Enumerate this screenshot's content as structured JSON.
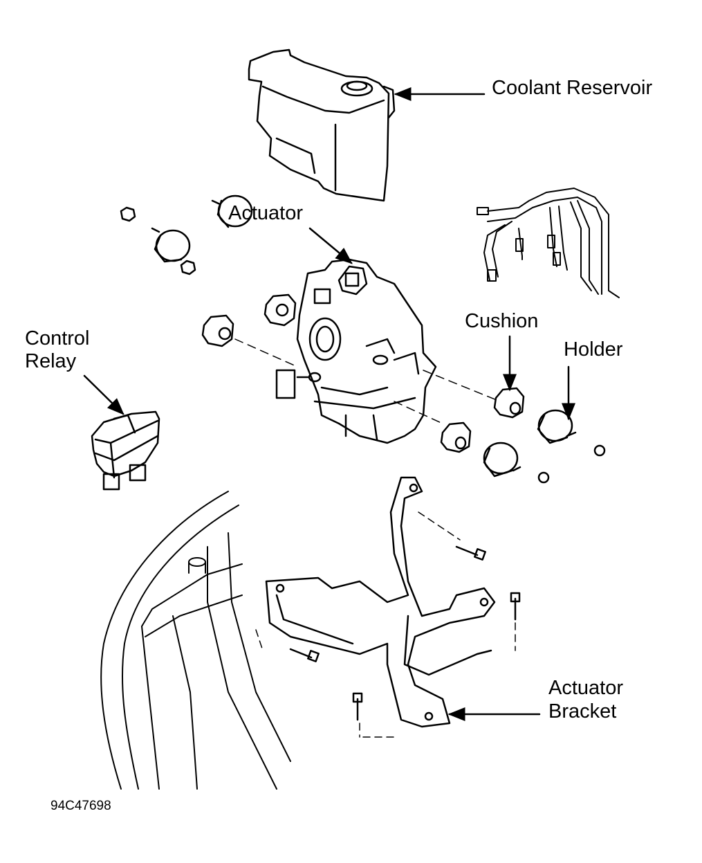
{
  "diagram": {
    "type": "exploded-parts-view",
    "labels": {
      "coolant_reservoir": "Coolant Reservoir",
      "actuator": "Actuator",
      "cushion": "Cushion",
      "holder": "Holder",
      "control_relay_line1": "Control",
      "control_relay_line2": "Relay",
      "actuator_bracket_line1": "Actuator",
      "actuator_bracket_line2": "Bracket"
    },
    "figure_id": "94C47698"
  }
}
